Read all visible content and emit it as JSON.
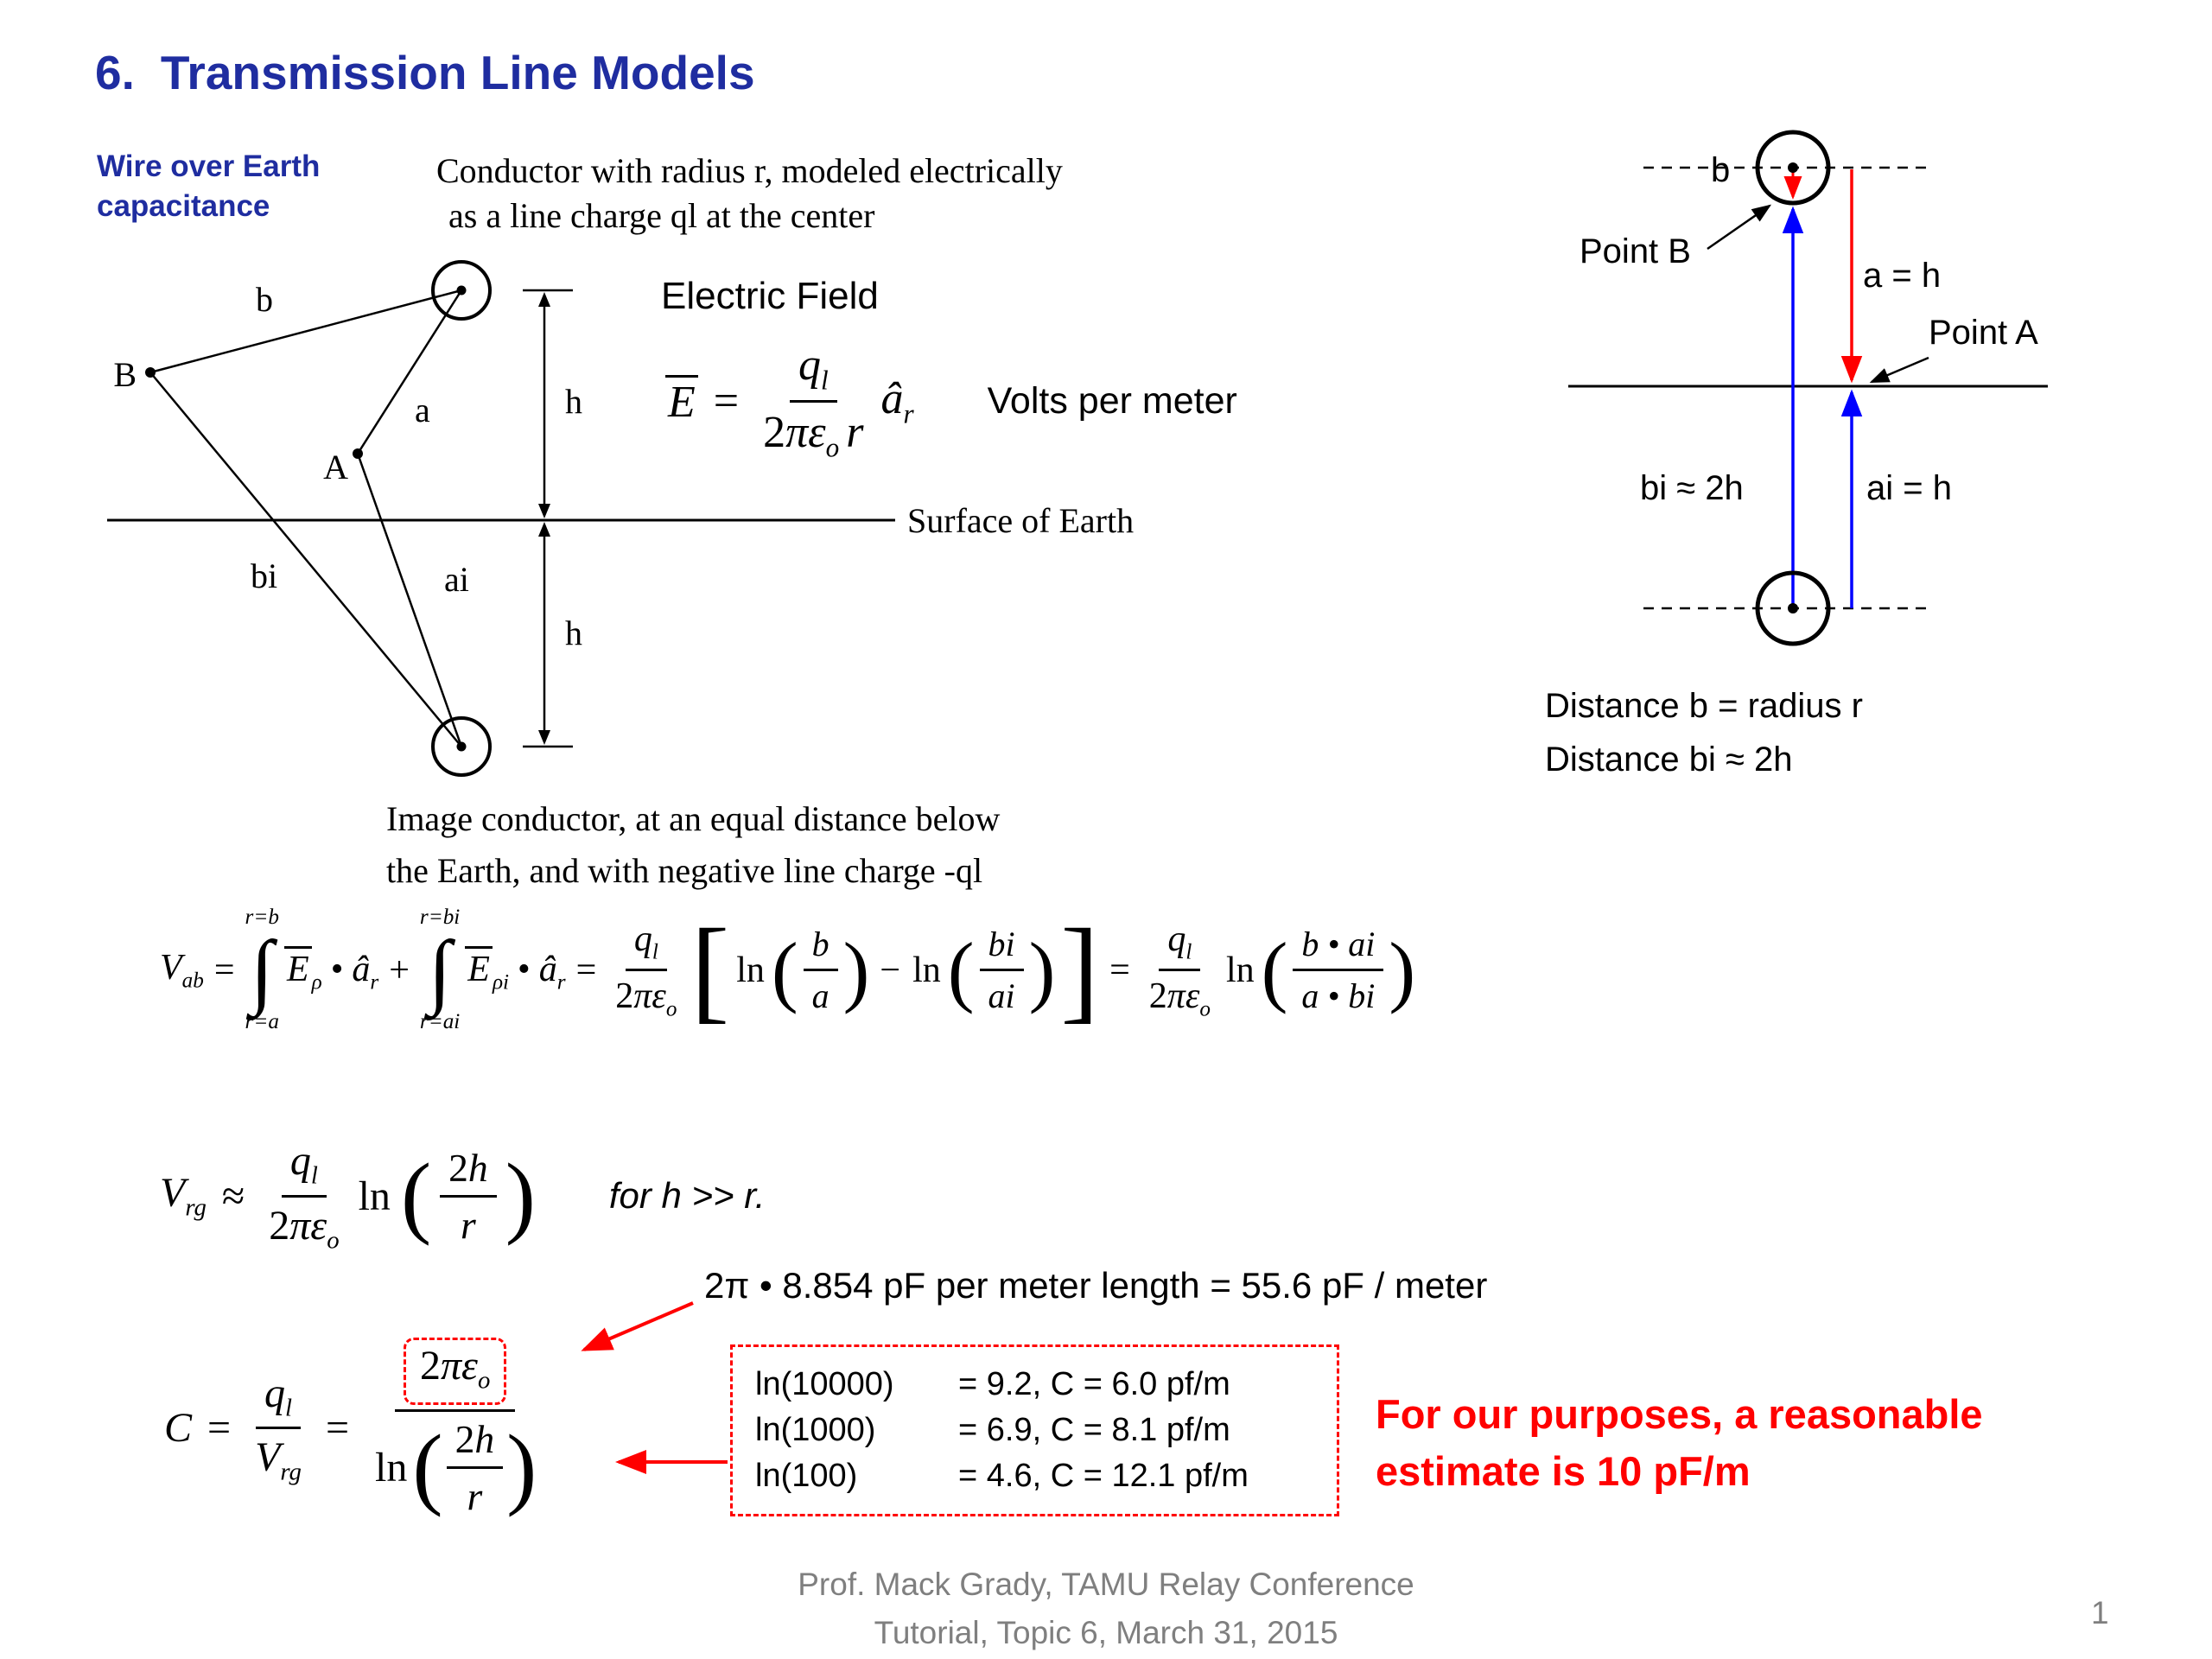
{
  "colors": {
    "title_blue": "#1F2DA0",
    "red": "#FF0000",
    "blue": "#0000FF",
    "gray": "#7F7F7F"
  },
  "slide": {
    "title_number": "6.",
    "title_text": "Transmission Line Models",
    "page_number": "1",
    "footer_line1": "Prof. Mack Grady, TAMU Relay Conference",
    "footer_line2": "Tutorial, Topic 6, March 31, 2015"
  },
  "wire_heading": {
    "line1": "Wire over Earth",
    "line2": "capacitance"
  },
  "conductor_caption": {
    "line1": "Conductor with radius r, modeled electrically",
    "line2": "as a line charge ql at the center"
  },
  "image_caption": {
    "line1": "Image conductor, at an equal distance below",
    "line2": "the Earth, and with negative line charge -ql"
  },
  "electric_field": {
    "title": "Electric Field",
    "unit": "Volts per meter"
  },
  "left_diagram": {
    "label_b": "b",
    "label_B": "B",
    "label_a": "a",
    "label_A": "A",
    "label_bi": "bi",
    "label_ai": "ai",
    "label_h_top": "h",
    "label_h_bottom": "h",
    "surface": "Surface of Earth"
  },
  "right_diagram": {
    "label_b": "b",
    "point_b": "Point B",
    "a_eq_h": "a = h",
    "point_a": "Point A",
    "bi_approx_2h": "bi ≈ 2h",
    "ai_eq_h": "ai = h",
    "distance_line1": "Distance b = radius r",
    "distance_line2": "Distance bi ≈ 2h"
  },
  "sym": {
    "E": "E",
    "q": "q",
    "l": "l",
    "two": "2",
    "pieps": "πε",
    "o": "o",
    "r": "r",
    "ahat": "â",
    "V": "V",
    "ab": "ab",
    "rg": "rg",
    "C": "C",
    "ln": "ln",
    "rho": "ρ",
    "rhoi": "ρi",
    "b": "b",
    "a": "a",
    "bi": "bi",
    "ai": "ai",
    "h": "h",
    "b_dot_ai": "b • ai",
    "a_dot_bi": "a • bi"
  },
  "glyphs": {
    "eq": "=",
    "plus": "+",
    "minus": "−",
    "approx": "≈",
    "integral": "∫",
    "dot": "•",
    "lparen": "(",
    "rparen": ")",
    "lbracket": "[",
    "rbracket": "]"
  },
  "vab": {
    "lim_top1": "r=b",
    "lim_bot1": "r=a",
    "lim_top2": "r=bi",
    "lim_bot2": "r=ai"
  },
  "vrg": {
    "condition": "for h >> r."
  },
  "annotation": {
    "text": "2π • 8.854 pF per meter length = 55.6 pF / meter"
  },
  "ln_table": {
    "rows": [
      {
        "expr": "ln(10000)",
        "result": "= 9.2, C = 6.0 pf/m"
      },
      {
        "expr": "ln(1000)",
        "result": "= 6.9, C = 8.1 pf/m"
      },
      {
        "expr": "ln(100)",
        "result": "= 4.6, C = 12.1 pf/m"
      }
    ]
  },
  "note": {
    "line1": "For our purposes, a reasonable",
    "line2": "estimate is 10 pF/m"
  }
}
